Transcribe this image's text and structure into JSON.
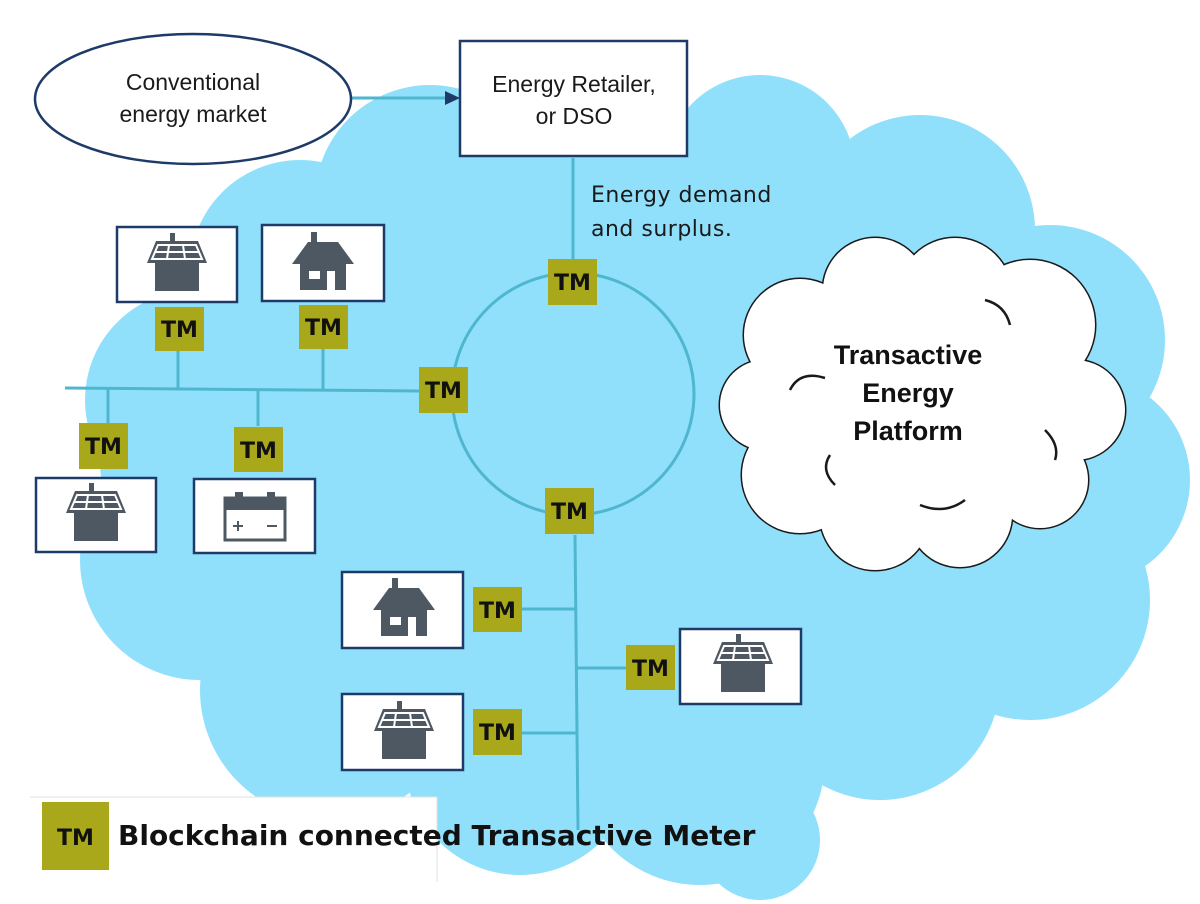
{
  "market": {
    "line1": "Conventional",
    "line2": "energy market"
  },
  "retailer": {
    "line1": "Energy Retailer,",
    "line2": "or DSO"
  },
  "note": {
    "line1": "Energy demand",
    "line2": "and surplus."
  },
  "platform": {
    "line1": "Transactive",
    "line2": "Energy",
    "line3": "Platform"
  },
  "meter": {
    "label": "TM"
  },
  "legend": {
    "symbol": "TM",
    "text": "Blockchain connected Transactive Meter"
  },
  "colors": {
    "cloud": "#91e0fb",
    "line": "#4fb6cf",
    "meter": "#a9a81b",
    "box_border": "#1e3a68",
    "icon": "#4d5862",
    "arrow": "#1e3a68"
  },
  "icons": {
    "solar_house": "solar-house-icon",
    "house": "house-icon",
    "battery": "battery-icon"
  }
}
